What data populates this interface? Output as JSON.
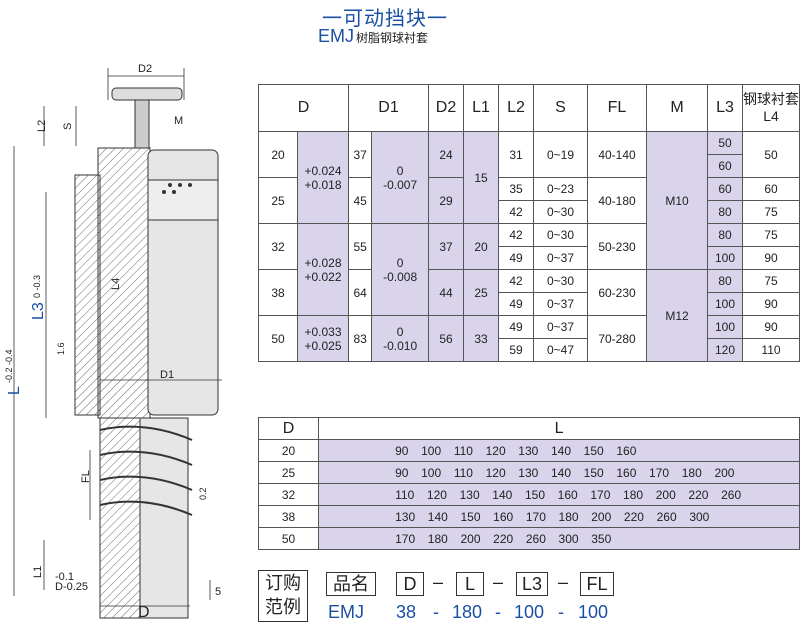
{
  "header": {
    "title": "一可动挡块一",
    "model": "EMJ",
    "model_desc": "树脂钢球衬套"
  },
  "drawing": {
    "labels": {
      "d2": "D2",
      "m": "M",
      "l2": "L2",
      "s": "S",
      "l3": "L3",
      "l3_tol": "0 -0.3",
      "l4": "L4",
      "l": "L",
      "l_tol": "-0.2 -0.4",
      "d1": "D1",
      "fl": "FL",
      "fl_tol": "0.2",
      "l1": "L1",
      "d_tol_a": "-0.1",
      "d_tol_b": "D-0.25",
      "five": "5",
      "d": "D",
      "rough": "1.6"
    }
  },
  "spec_table": {
    "headers": [
      "D",
      "D1",
      "D2",
      "L1",
      "L2",
      "S",
      "FL",
      "M",
      "L3",
      "钢球衬套L4"
    ],
    "d_values": [
      "20",
      "25",
      "32",
      "38",
      "50"
    ],
    "d_tol": [
      "+0.024\n+0.018",
      "+0.028\n+0.022",
      "+0.033\n+0.025"
    ],
    "d1_values": [
      "37",
      "45",
      "55",
      "64",
      "83"
    ],
    "d1_tol": [
      "0\n-0.007",
      "0\n-0.008",
      "0\n-0.010"
    ],
    "d2_values": [
      "24",
      "29",
      "37",
      "44",
      "56"
    ],
    "l1_values": [
      "15",
      "20",
      "25",
      "33"
    ],
    "l2_values": [
      "31",
      "35",
      "42",
      "42",
      "49",
      "42",
      "49",
      "49",
      "59"
    ],
    "s_values": [
      "0~19",
      "0~23",
      "0~30",
      "0~30",
      "0~37",
      "0~30",
      "0~37",
      "0~37",
      "0~47"
    ],
    "fl_values": [
      "40-140",
      "40-180",
      "50-230",
      "60-230",
      "70-280"
    ],
    "m_values": [
      "M10",
      "M12"
    ],
    "l3_values": [
      "50",
      "60",
      "60",
      "80",
      "80",
      "100",
      "80",
      "100",
      "100",
      "120"
    ],
    "l4_values": [
      "50",
      "60",
      "75",
      "75",
      "90",
      "75",
      "90",
      "90",
      "110"
    ]
  },
  "length_table": {
    "headers": [
      "D",
      "L"
    ],
    "rows": [
      {
        "d": "20",
        "l": "90  100  110  120  130  140  150  160"
      },
      {
        "d": "25",
        "l": "90  100  110  120  130  140  150  160  170  180  200"
      },
      {
        "d": "32",
        "l": "110  120  130  140  150  160  170  180  200  220  260"
      },
      {
        "d": "38",
        "l": "130  140  150  160  170  180  200  220  260  300"
      },
      {
        "d": "50",
        "l": "170  180  200  220  260  300  350"
      }
    ]
  },
  "order": {
    "label_top": "订购",
    "label_bottom": "范例",
    "name_label": "品名",
    "codes": [
      "D",
      "L",
      "L3",
      "FL"
    ],
    "example": [
      "EMJ",
      "38",
      "180",
      "100",
      "100"
    ]
  }
}
